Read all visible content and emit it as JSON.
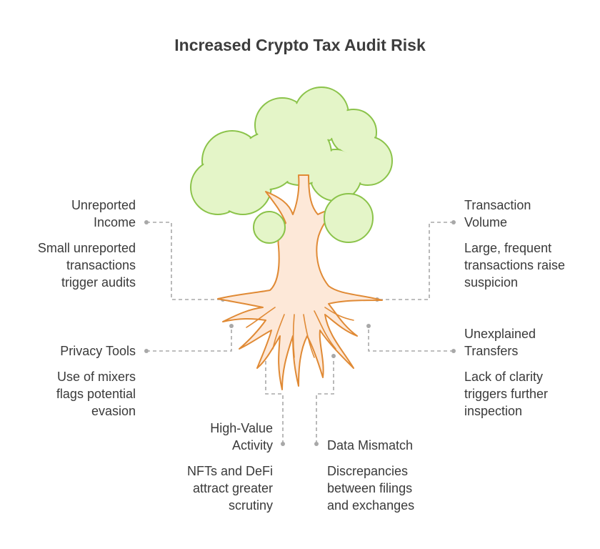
{
  "title": "Increased Crypto Tax Audit Risk",
  "colors": {
    "foliage_fill": "#e4f5c8",
    "foliage_stroke": "#8bc34a",
    "trunk_fill": "#fde8d8",
    "trunk_stroke": "#e08a35",
    "connector": "#a8a8a8"
  },
  "factors": [
    {
      "heading": "Unreported\nIncome",
      "description": "Small unreported\ntransactions\ntrigger audits"
    },
    {
      "heading": "Transaction\nVolume",
      "description": "Large, frequent\ntransactions raise\nsuspicion"
    },
    {
      "heading": "Privacy Tools",
      "description": "Use of mixers\nflags potential\nevasion"
    },
    {
      "heading": "Unexplained\nTransfers",
      "description": "Lack of clarity\ntriggers further\ninspection"
    },
    {
      "heading": "High-Value\nActivity",
      "description": "NFTs and DeFi\nattract greater\nscrutiny"
    },
    {
      "heading": "Data Mismatch",
      "description": "Discrepancies\nbetween filings\nand exchanges"
    }
  ]
}
